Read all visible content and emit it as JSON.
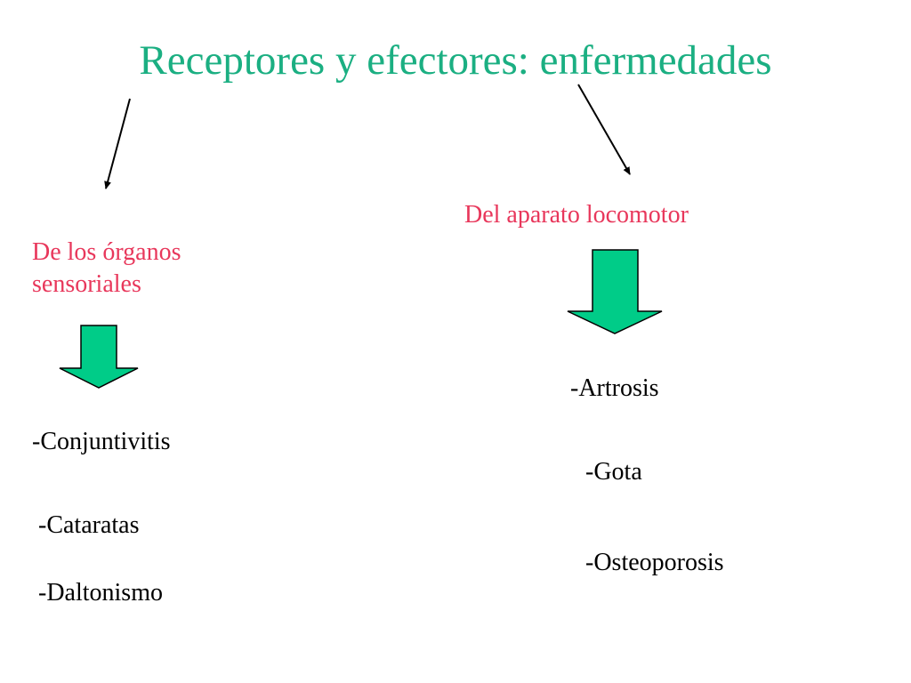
{
  "title": "Receptores y efectores: enfermedades",
  "colors": {
    "title": "#1BAF82",
    "category": "#E8375B",
    "item": "#000000",
    "block_arrow_fill": "#00CC88",
    "block_arrow_stroke": "#000000",
    "connector": "#000000"
  },
  "branches": [
    {
      "heading_line1": "De los órganos",
      "heading_line2": "sensoriales",
      "items": [
        "-Conjuntivitis",
        "-Cataratas",
        "-Daltonismo"
      ]
    },
    {
      "heading": "Del aparato locomotor",
      "items": [
        "-Artrosis",
        "-Gota",
        "-Osteoporosis"
      ]
    }
  ]
}
